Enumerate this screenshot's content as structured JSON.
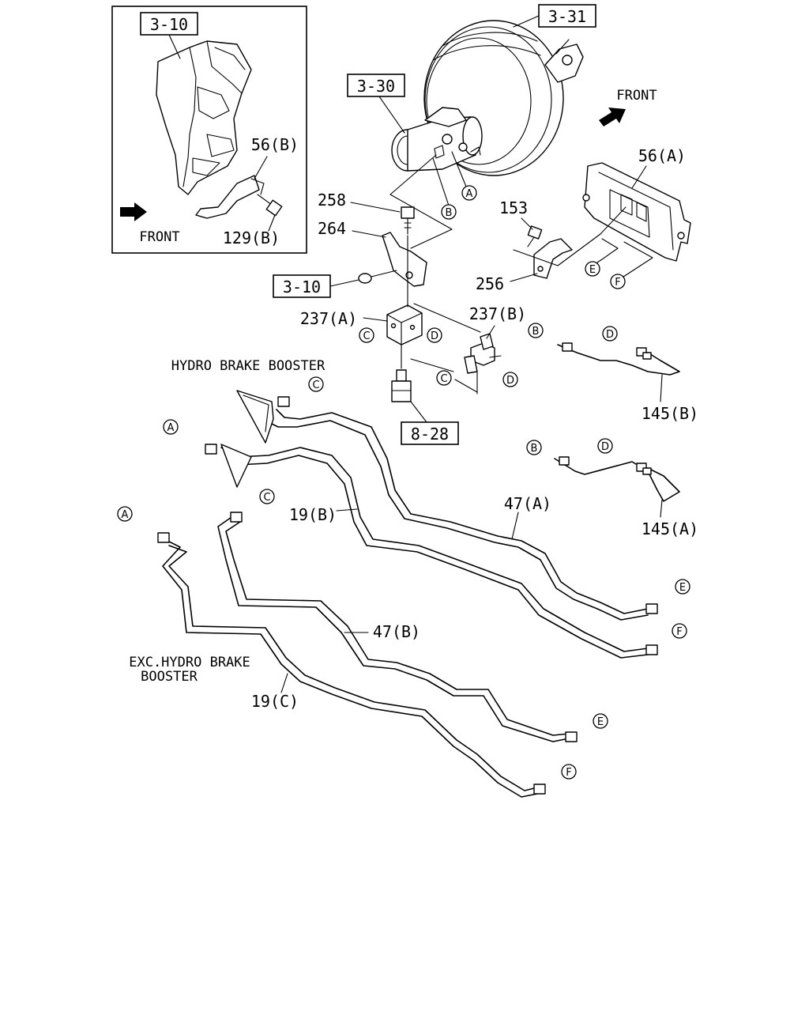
{
  "refs": {
    "r310a": "3-10",
    "r331": "3-31",
    "r330": "3-30",
    "r310b": "3-10",
    "r828": "8-28"
  },
  "parts": {
    "p56b": "56(B)",
    "p129b": "129(B)",
    "p258": "258",
    "p264": "264",
    "p153": "153",
    "p56a": "56(A)",
    "p256": "256",
    "p237a": "237(A)",
    "p237b": "237(B)",
    "p145b": "145(B)",
    "p145a": "145(A)",
    "p19b": "19(B)",
    "p47a": "47(A)",
    "p47b": "47(B)",
    "p19c": "19(C)"
  },
  "captions": {
    "front_inset": "FRONT",
    "front_main": "FRONT",
    "hydro": "HYDRO BRAKE BOOSTER",
    "exc1": "EXC.HYDRO BRAKE",
    "exc2": "BOOSTER"
  },
  "markers": {
    "A": "A",
    "B": "B",
    "C": "C",
    "D": "D",
    "E": "E",
    "F": "F"
  }
}
